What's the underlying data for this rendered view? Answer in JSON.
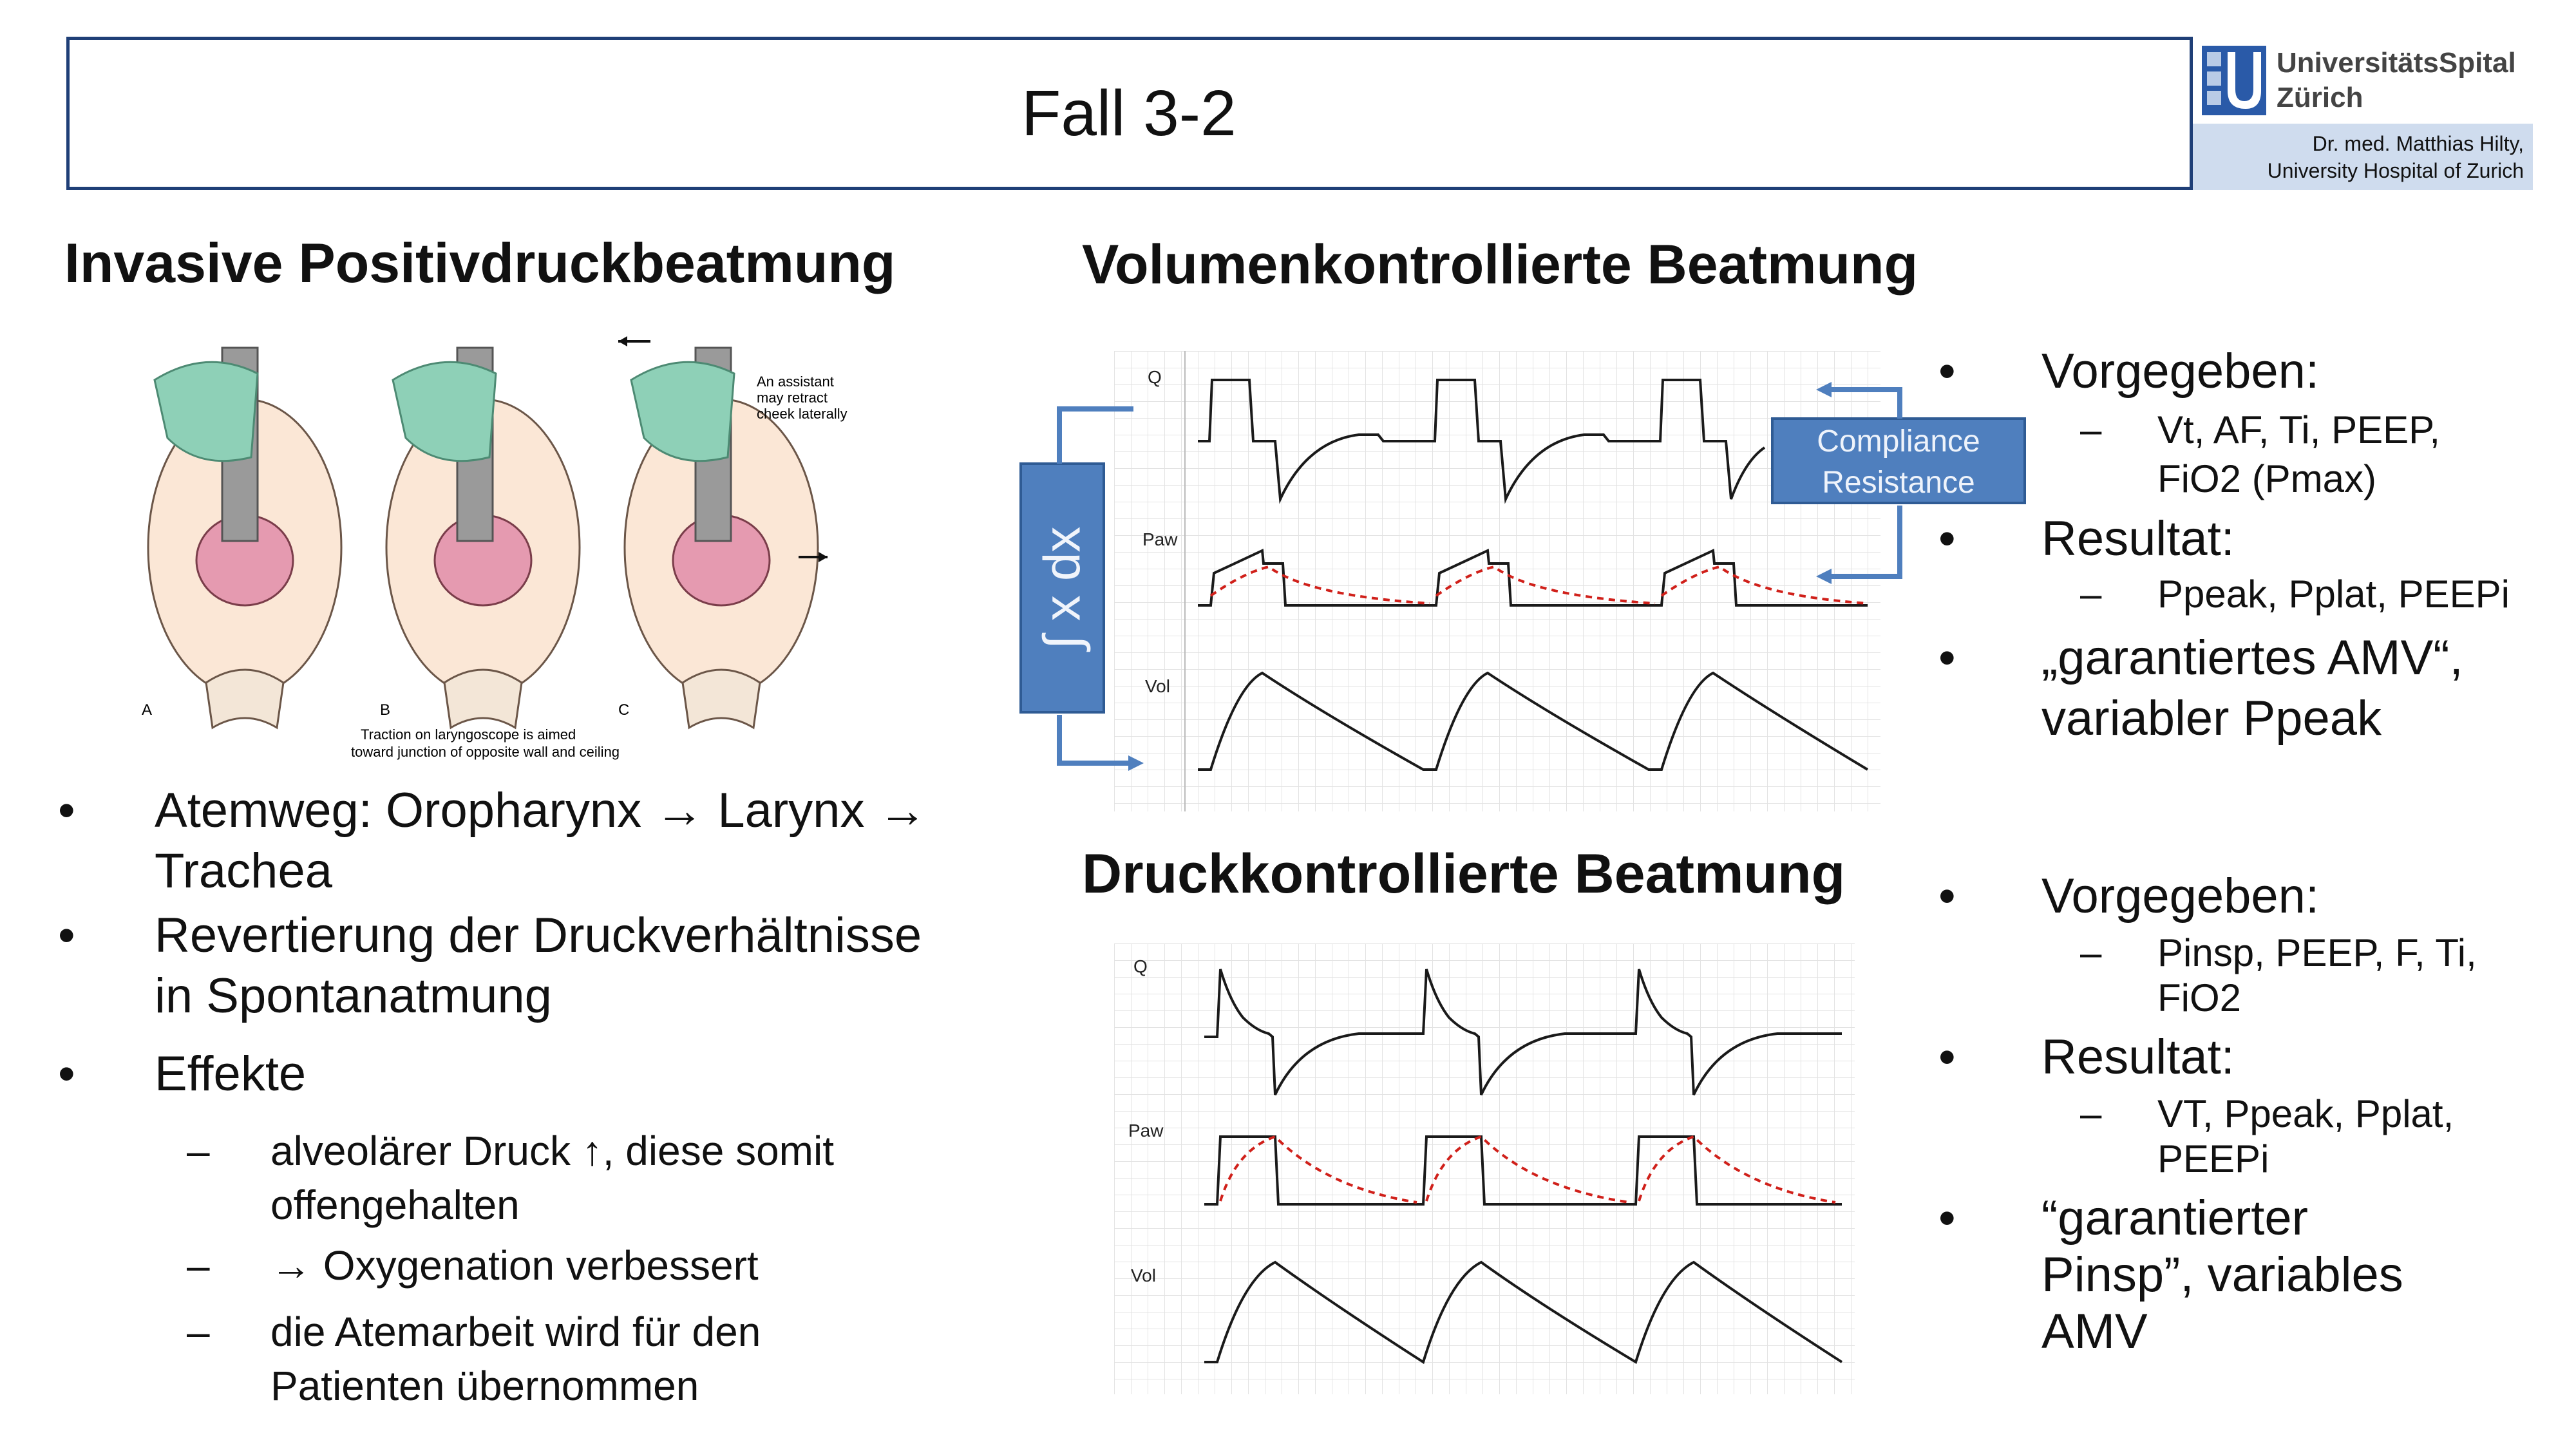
{
  "header": {
    "title": "Fall 3-2",
    "logo_name_line1": "UniversitätsSpital",
    "logo_name_line2": "Zürich",
    "author_line1": "Dr. med. Matthias Hilty,",
    "author_line2": "University Hospital of Zurich"
  },
  "left": {
    "heading": "Invasive Positivdruckbeatmung",
    "illustration": {
      "label_a": "A",
      "label_b": "B",
      "label_c": "C",
      "assistant_note_1": "An assistant",
      "assistant_note_2": "may retract",
      "assistant_note_3": "cheek laterally",
      "caption_1": "Traction on laryngoscope is aimed",
      "caption_2": "toward junction of opposite wall and ceiling"
    },
    "bullets": [
      {
        "line1": "Atemweg: Oropharynx → Larynx →",
        "line2": "Trachea"
      },
      {
        "line1": "Revertierung der Druckverhältnisse",
        "line2": "in Spontanatmung"
      },
      {
        "line1": "Effekte",
        "line2": ""
      }
    ],
    "sub": [
      {
        "line1": "alveolärer Druck ↑, diese somit",
        "line2": "offengehalten"
      },
      {
        "line1": "→ Oxygenation verbessert",
        "line2": ""
      },
      {
        "line1": "die Atemarbeit wird für den",
        "line2": "Patienten übernommen"
      }
    ]
  },
  "volume": {
    "heading": "Volumenkontrollierte Beatmung",
    "integral_label": "∫ x dx",
    "compliance_line1": "Compliance",
    "compliance_line2": "Resistance",
    "wave_q": "Q",
    "wave_paw": "Paw",
    "wave_vol": "Vol",
    "bullets": {
      "vorgegeben": "Vorgegeben:",
      "vorgegeben_sub_1": "Vt, AF, Ti, PEEP,",
      "vorgegeben_sub_2": "FiO2 (Pmax)",
      "resultat": "Resultat:",
      "resultat_sub": "Ppeak, Pplat, PEEPi",
      "garantie_1": "„garantiertes AMV“,",
      "garantie_2": "variabler Ppeak"
    }
  },
  "pressure": {
    "heading": "Druckkontrollierte Beatmung",
    "wave_q": "Q",
    "wave_paw": "Paw",
    "wave_vol": "Vol",
    "bullets": {
      "vorgegeben": "Vorgegeben:",
      "vorgegeben_sub_1": "Pinsp, PEEP, F, Ti,",
      "vorgegeben_sub_2": "FiO2",
      "resultat": "Resultat:",
      "resultat_sub_1": "VT, Ppeak, Pplat,",
      "resultat_sub_2": "PEEPi",
      "garantie_1": "“garantierter",
      "garantie_2": "Pinsp”, variables",
      "garantie_3": "AMV"
    }
  },
  "colors": {
    "frame": "#1f3f77",
    "annotation_fill": "#4f7fbe",
    "waveform": "#1a1a1a",
    "pressure_dashed": "#d0201a",
    "grid": "#e3e3e3"
  }
}
